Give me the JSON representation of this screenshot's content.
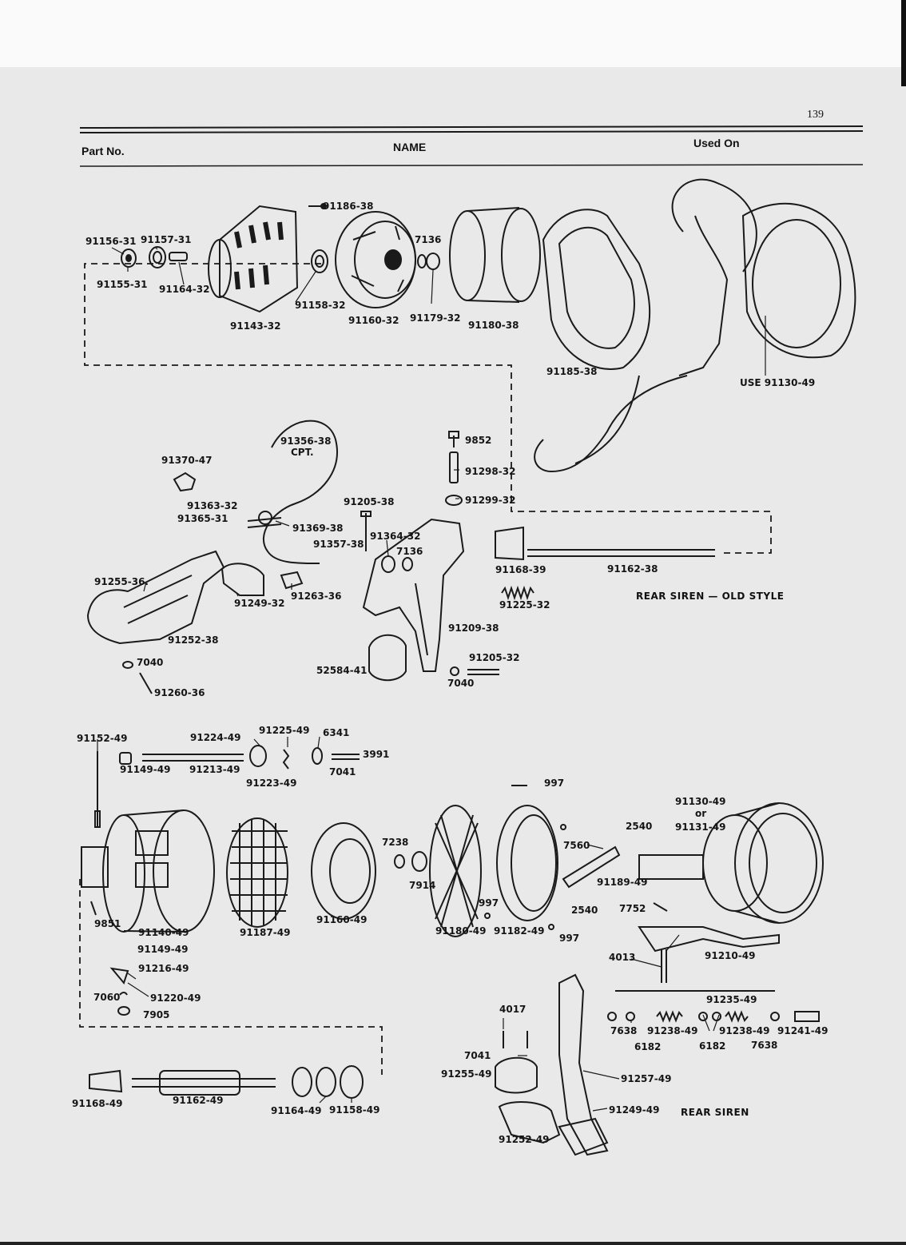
{
  "page_number": "139",
  "header": {
    "part_no": "Part No.",
    "name": "NAME",
    "used_on": "Used On"
  },
  "captions": {
    "old_style": "REAR SIREN — OLD STYLE",
    "new_style": "REAR SIREN",
    "use_note": "USE 91130-49"
  },
  "labels": {
    "p91186_38": "91186-38",
    "p91156_31": "91156-31",
    "p91157_31": "91157-31",
    "p7136_a": "7136",
    "p91155_31": "91155-31",
    "p91164_32": "91164-32",
    "p91158_32": "91158-32",
    "p91143_32": "91143-32",
    "p91160_32": "91160-32",
    "p91179_32": "91179-32",
    "p91180_38": "91180-38",
    "p91185_38": "91185-38",
    "p91356_38": "91356-38",
    "cpt": "CPT.",
    "p91370_47": "91370-47",
    "p9852": "9852",
    "p91298_32": "91298-32",
    "p91299_32": "91299-32",
    "p91205_38": "91205-38",
    "p91363_32": "91363-32",
    "p91365_31": "91365-31",
    "p91369_38": "91369-38",
    "p91364_32": "91364-32",
    "p91357_38": "91357-38",
    "p7136_b": "7136",
    "p91168_39": "91168-39",
    "p91162_38": "91162-38",
    "p91255_36": "91255-36.",
    "p91249_32": "91249-32",
    "p91263_36": "91263-36",
    "p91225_32": "91225-32",
    "p91252_38": "91252-38",
    "p91209_38": "91209-38",
    "p7040_a": "7040",
    "p91205_32": "91205-32",
    "p52584_41": "52584-41",
    "p7040_b": "7040",
    "p91260_36": "91260-36",
    "p91152_49": "91152-49",
    "p91224_49": "91224-49",
    "p91225_49": "91225-49",
    "p6341": "6341",
    "p91149_49_a": "91149-49",
    "p91213_49": "91213-49",
    "p3991": "3991",
    "p7041_a": "7041",
    "p91223_49": "91223-49",
    "p997_a": "997",
    "p91130_49": "91130-49",
    "or": "or",
    "p91131_49": "91131-49",
    "p2540_a": "2540",
    "p7238": "7238",
    "p7560": "7560",
    "p7914": "7914",
    "p91189_49": "91189-49",
    "p997_b": "997",
    "p2540_b": "2540",
    "p7752": "7752",
    "p9851": "9851",
    "p91140_49": "91140-49",
    "p91187_49": "91187-49",
    "p91160_49": "91160-49",
    "p91180_49": "91180-49",
    "p91182_49": "91182-49",
    "p997_c": "997",
    "p91149_49_b": "91149-49",
    "p4013": "4013",
    "p91210_49": "91210-49",
    "p91216_49": "91216-49",
    "p7060": "7060",
    "p91220_49": "91220-49",
    "p7905": "7905",
    "p91235_49": "91235-49",
    "p4017": "4017",
    "p7638_a": "7638",
    "p91238_49_a": "91238-49",
    "p91238_49_b": "91238-49",
    "p91241_49": "91241-49",
    "p6182_a": "6182",
    "p6182_b": "6182",
    "p7638_b": "7638",
    "p7041_b": "7041",
    "p91255_49": "91255-49",
    "p91257_49": "91257-49",
    "p91168_49": "91168-49",
    "p91162_49": "91162-49",
    "p91164_49": "91164-49",
    "p91158_49": "91158-49",
    "p91249_49": "91249-49",
    "p91252_49": "91252-49"
  }
}
